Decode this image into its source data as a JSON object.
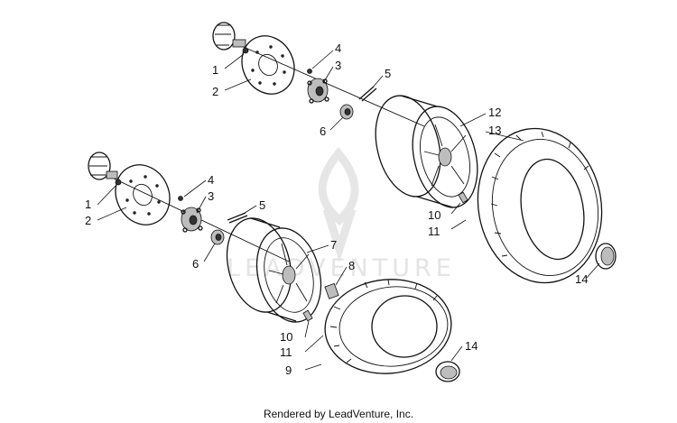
{
  "callouts": {
    "upper": {
      "c1": "1",
      "c2": "2",
      "c3": "3",
      "c4": "4",
      "c5": "5",
      "c6": "6",
      "c10": "10",
      "c11": "11",
      "c12": "12",
      "c13": "13",
      "c14": "14"
    },
    "lower": {
      "c1": "1",
      "c2": "2",
      "c3": "3",
      "c4": "4",
      "c5": "5",
      "c6": "6",
      "c7": "7",
      "c8": "8",
      "c9": "9",
      "c10": "10",
      "c11": "11",
      "c14": "14"
    }
  },
  "watermark": {
    "text": "LEADVENTURE"
  },
  "credit": "Rendered by LeadVenture, Inc.",
  "colors": {
    "line": "#111111",
    "watermark": "#e4e4e4",
    "background": "#ffffff"
  }
}
